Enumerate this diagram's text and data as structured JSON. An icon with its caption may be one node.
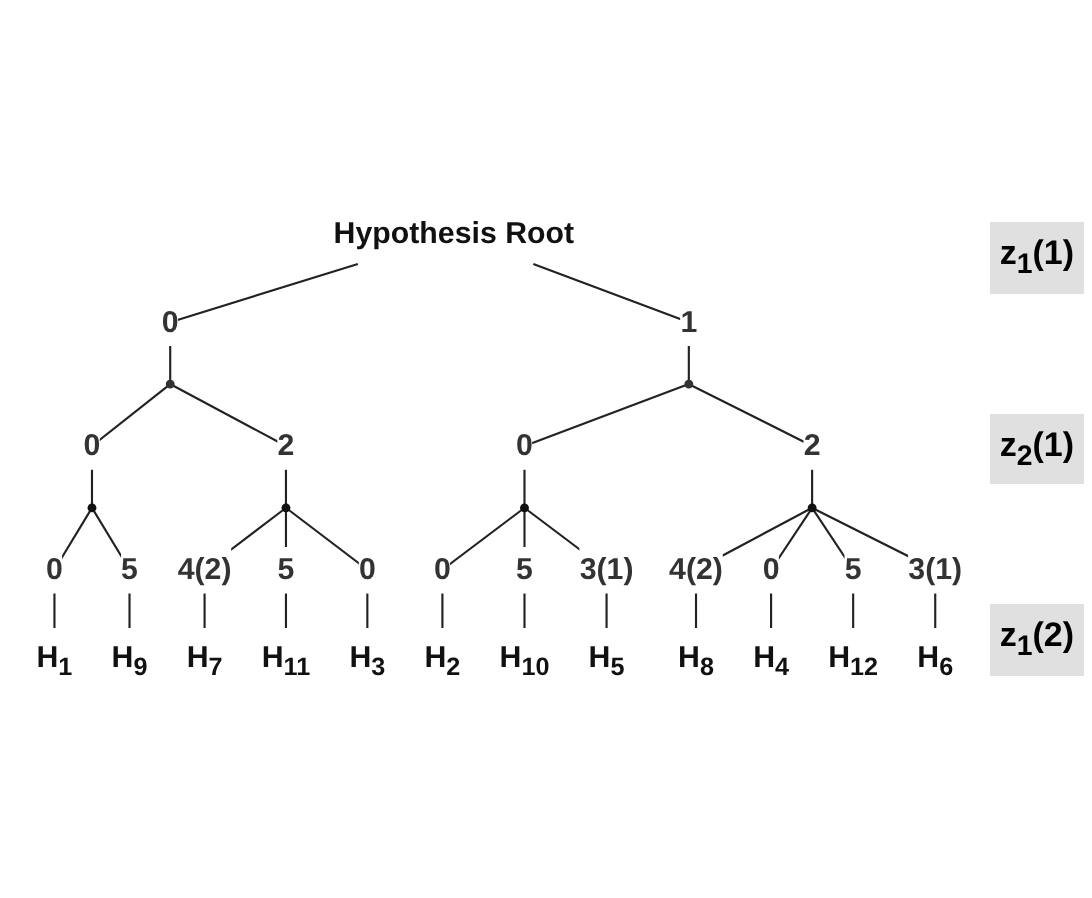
{
  "diagram": {
    "nodes": [
      {
        "text": [
          "Hypothesis Root"
        ]
      },
      {
        "text": [],
        "shape": "point"
      },
      {
        "text": [],
        "shape": "point"
      },
      {
        "text": [],
        "shape": "circle"
      },
      {
        "text": [],
        "shape": "circle"
      },
      {
        "text": [],
        "shape": "circle"
      },
      {
        "text": [],
        "shape": "circle"
      },
      {
        "text": [
          "H$_{1}$"
        ]
      },
      {
        "text": [
          "H$_{9}$"
        ]
      },
      {
        "text": [
          "H$_{7}$"
        ]
      },
      {
        "text": [
          "H$_{11}$"
        ]
      },
      {
        "text": [
          "H$_{3}$"
        ]
      },
      {
        "text": [
          "H$_{2}$"
        ]
      },
      {
        "text": [
          "H$_{10}$"
        ]
      },
      {
        "text": [
          "H$_{5}$"
        ]
      },
      {
        "text": [
          "H$_{8}$"
        ]
      },
      {
        "text": [
          "H$_{4}$"
        ]
      },
      {
        "text": [
          "H$_{12}$"
        ]
      },
      {
        "text": [
          "H$_{6}$"
        ]
      }
    ],
    "edges": [
      {
        "from": 0,
        "to": 1,
        "arrow": "none",
        "label": "0"
      },
      {
        "from": 0,
        "to": 2,
        "arrow": "none",
        "label": "1"
      },
      {
        "from": 1,
        "to": 3,
        "arrow": "none",
        "label": "0"
      },
      {
        "from": 1,
        "to": 4,
        "arrow": "none",
        "label": "2"
      },
      {
        "from": 2,
        "to": 5,
        "arrow": "none",
        "label": "0"
      },
      {
        "from": 2,
        "to": 6,
        "arrow": "none",
        "label": "2"
      },
      {
        "from": 3,
        "to": 7,
        "arrow": "none",
        "label": "0"
      },
      {
        "from": 3,
        "to": 8,
        "arrow": "none",
        "label": "5"
      },
      {
        "from": 4,
        "to": 9,
        "arrow": "none",
        "label": "4(2)"
      },
      {
        "from": 4,
        "to": 10,
        "arrow": "none",
        "label": "5"
      },
      {
        "from": 4,
        "to": 11,
        "arrow": "none",
        "label": "0"
      },
      {
        "from": 5,
        "to": 12,
        "arrow": "none",
        "label": "0"
      },
      {
        "from": 5,
        "to": 13,
        "arrow": "none",
        "label": "5"
      },
      {
        "from": 5,
        "to": 14,
        "arrow": "none",
        "label": "3(1)"
      },
      {
        "from": 6,
        "to": 15,
        "arrow": "none",
        "label": "4(2)"
      },
      {
        "from": 6,
        "to": 16,
        "arrow": "none",
        "label": "0"
      },
      {
        "from": 6,
        "to": 17,
        "arrow": "none",
        "label": "5"
      },
      {
        "from": 6,
        "to": 18,
        "arrow": "none",
        "label": "3(1)"
      }
    ],
    "labels": [
      "z$_{1}$(1)",
      "z$_{2}$(1)",
      "z$_{1}$(2)"
    ]
  }
}
